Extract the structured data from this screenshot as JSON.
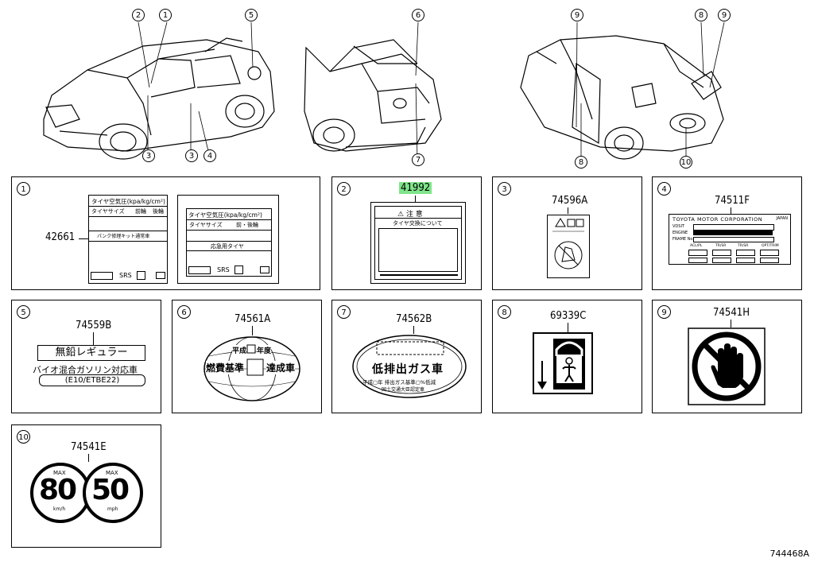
{
  "callouts": {
    "front_car": [
      "2",
      "1",
      "5",
      "3",
      "3",
      "4"
    ],
    "rear_car": [
      "6",
      "7"
    ],
    "open_car": [
      "9",
      "8",
      "9",
      "8",
      "10"
    ]
  },
  "panels": [
    {
      "num": "1",
      "part": "42661",
      "label_a": {
        "title": "タイヤ空気圧(kpa/kg/cm²)",
        "row1": "タイヤサイズ",
        "row1b": "前輪",
        "row1c": "後輪",
        "row2": "パンク修理キット通常車",
        "srs": "SRS"
      },
      "label_b": {
        "title": "タイヤ空気圧(kpa/kg/cm²)",
        "row1": "タイヤサイズ",
        "row1b": "前・後輪",
        "row2": "応急用タイヤ",
        "srs": "SRS"
      }
    },
    {
      "num": "2",
      "part": "41992",
      "caution": "注 意",
      "sub": "タイヤ交換について"
    },
    {
      "num": "3",
      "part": "74596A"
    },
    {
      "num": "4",
      "part": "74511F",
      "maker": "TOYOTA MOTOR CORPORATION",
      "tag": "JAPAN",
      "rows": [
        "VDSIT",
        "ENGINE",
        "FRAME No."
      ],
      "cols": [
        "ACL/PL",
        "TR/SR",
        "TR/SR",
        "OPT/TRIM"
      ]
    },
    {
      "num": "5",
      "part": "74559B",
      "line1": "無鉛レギュラー",
      "line2": "バイオ混合ガソリン対応車",
      "line3": "(E10/ETBE22)"
    },
    {
      "num": "6",
      "part": "74561A",
      "top": "平成",
      "top2": "年度",
      "main1": "燃費基準",
      "main2": "達成車"
    },
    {
      "num": "7",
      "part": "74562B",
      "main": "低排出ガス車",
      "sub1": "平成",
      "sub2": "年",
      "sub3": "排出ガス基準",
      "sub4": "%低減",
      "sub5": "国土交通大臣認定車"
    },
    {
      "num": "8",
      "part": "69339C"
    },
    {
      "num": "9",
      "part": "74541H"
    },
    {
      "num": "10",
      "part": "74541E",
      "left": {
        "max": "MAX",
        "value": "80",
        "unit": "km/h"
      },
      "right": {
        "max": "MAX",
        "value": "50",
        "unit": "mph"
      }
    }
  ],
  "diagram_code": "744468A"
}
